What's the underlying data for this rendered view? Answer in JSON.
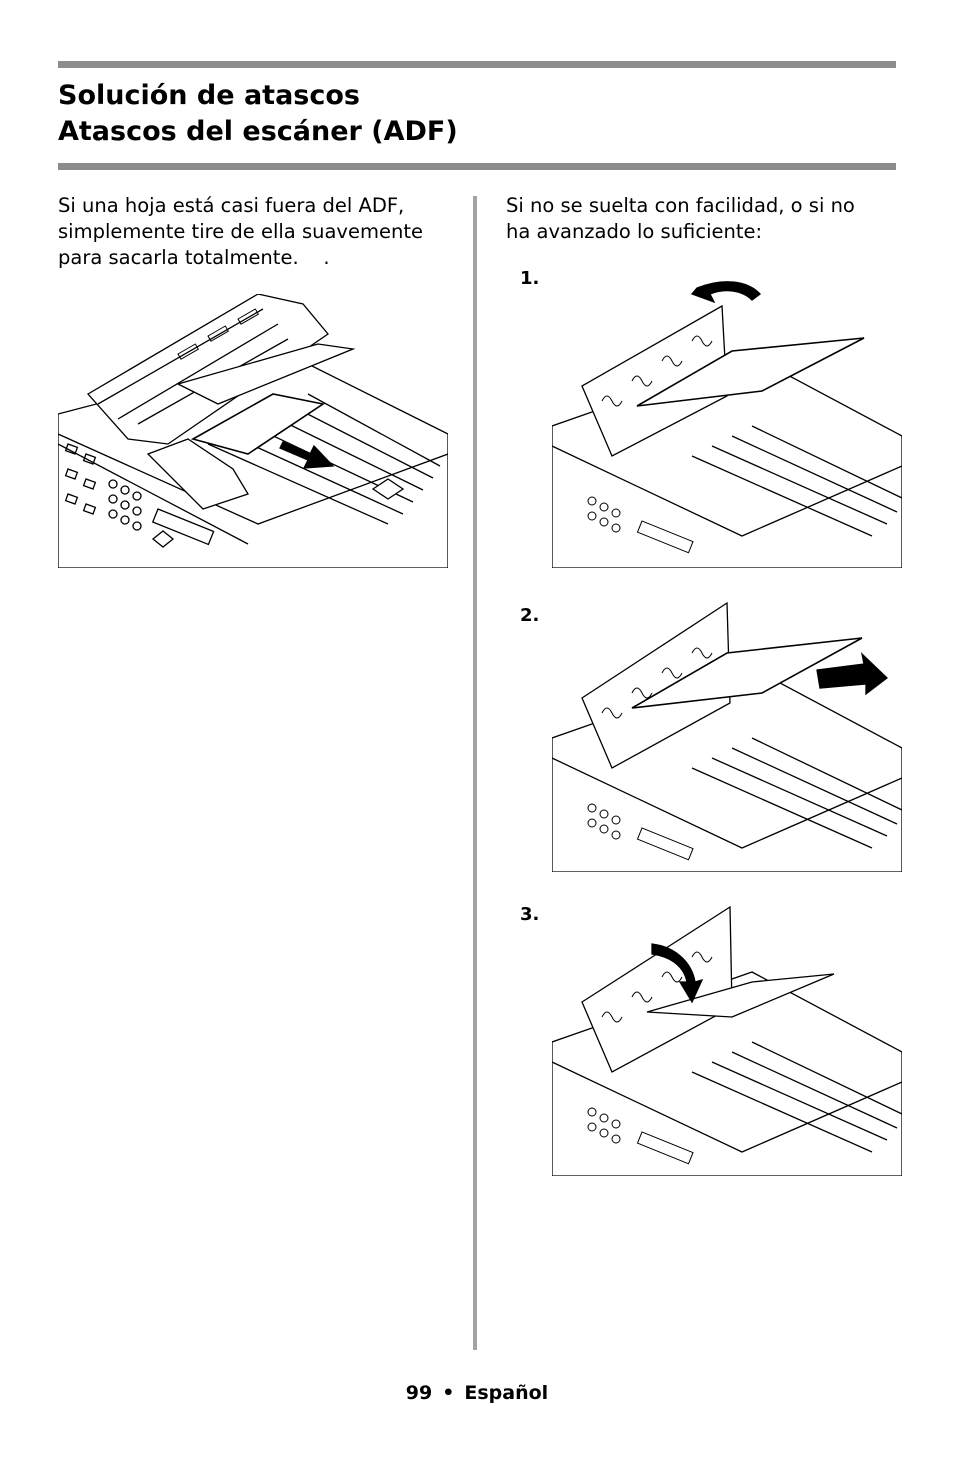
{
  "header": {
    "title_line1": "Solución de atascos",
    "title_line2": "Atascos del escáner (ADF)"
  },
  "left_column": {
    "paragraph_lines": [
      "Si una hoja está casi fuera del ADF,",
      "simplemente tire de ella suavemente",
      "para sacarla totalmente.    ."
    ]
  },
  "right_column": {
    "paragraph_lines": [
      "Si no se suelta con facilidad, o si no",
      "ha avanzado lo suficiente:"
    ],
    "steps": [
      "1.",
      "2.",
      "3."
    ]
  },
  "footer": {
    "page_number": "99",
    "bullet": "•",
    "language": "Español"
  }
}
